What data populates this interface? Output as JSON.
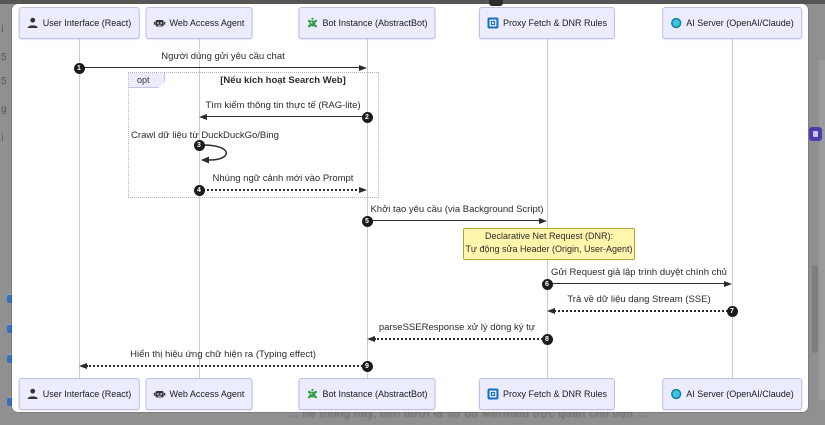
{
  "diagram": {
    "participants": [
      {
        "label": "User Interface (React)",
        "icon": "person-icon"
      },
      {
        "label": "Web Access Agent",
        "icon": "robot-icon"
      },
      {
        "label": "Bot Instance (AbstractBot)",
        "icon": "green-bot-icon"
      },
      {
        "label": "Proxy Fetch & DNR Rules",
        "icon": "proxy-icon"
      },
      {
        "label": "AI Server (OpenAI/Claude)",
        "icon": "ai-server-icon"
      }
    ],
    "opt_block": {
      "label": "opt",
      "condition": "[Nếu kích hoạt Search Web]"
    },
    "messages": [
      {
        "num": "1",
        "text": "Người dùng gửi yêu cầu chat",
        "from": "User Interface (React)",
        "to": "Bot Instance (AbstractBot)",
        "style": "solid"
      },
      {
        "num": "2",
        "text": "Tìm kiếm thông tin thực tế (RAG-lite)",
        "from": "Bot Instance (AbstractBot)",
        "to": "Web Access Agent",
        "style": "solid"
      },
      {
        "num": "3",
        "text": "Crawl dữ liệu từ DuckDuckGo/Bing",
        "from": "Web Access Agent",
        "to": "Web Access Agent",
        "style": "self"
      },
      {
        "num": "4",
        "text": "Nhúng ngữ cảnh mới vào Prompt",
        "from": "Web Access Agent",
        "to": "Bot Instance (AbstractBot)",
        "style": "dotted"
      },
      {
        "num": "5",
        "text": "Khởi tạo yêu cầu (via Background Script)",
        "from": "Bot Instance (AbstractBot)",
        "to": "Proxy Fetch & DNR Rules",
        "style": "solid"
      },
      {
        "num": "6",
        "text": "Gửi Request giả lập trình duyệt chính chủ",
        "from": "Proxy Fetch & DNR Rules",
        "to": "AI Server (OpenAI/Claude)",
        "style": "solid"
      },
      {
        "num": "7",
        "text": "Trả về dữ liệu dạng Stream (SSE)",
        "from": "AI Server (OpenAI/Claude)",
        "to": "Proxy Fetch & DNR Rules",
        "style": "dotted"
      },
      {
        "num": "8",
        "text": "parseSSEResponse xử lý dòng ký tự",
        "from": "Proxy Fetch & DNR Rules",
        "to": "Bot Instance (AbstractBot)",
        "style": "dotted"
      },
      {
        "num": "9",
        "text": "Hiển thị hiệu ứng chữ hiện ra (Typing effect)",
        "from": "Bot Instance (AbstractBot)",
        "to": "User Interface (React)",
        "style": "dotted"
      }
    ],
    "note": {
      "line1": "Declarative Net Request (DNR):",
      "line2": "Tự động sửa Header (Origin, User-Agent)"
    }
  },
  "background": {
    "dimmed_text": "… hệ thống này, bên dưới là sơ đồ Mermaid trực quan cho bạn …",
    "left_glyphs": [
      "í",
      "5",
      "5",
      "g",
      "ì"
    ]
  },
  "colors": {
    "actor_fill": "#ECECFF",
    "actor_border": "#bfbfe8",
    "lifeline": "#c9c9f0",
    "note_fill": "#fff5ad",
    "note_border": "#a9a93a",
    "arrow": "#2b2b2b",
    "overlay_gray": "#909090",
    "bot_icon_green": "#2f9e44",
    "proxy_icon_blue": "#1b6ec2",
    "ai_icon_cyan": "#3cc4e0",
    "extension_icon_purple": "#4b3db0"
  }
}
